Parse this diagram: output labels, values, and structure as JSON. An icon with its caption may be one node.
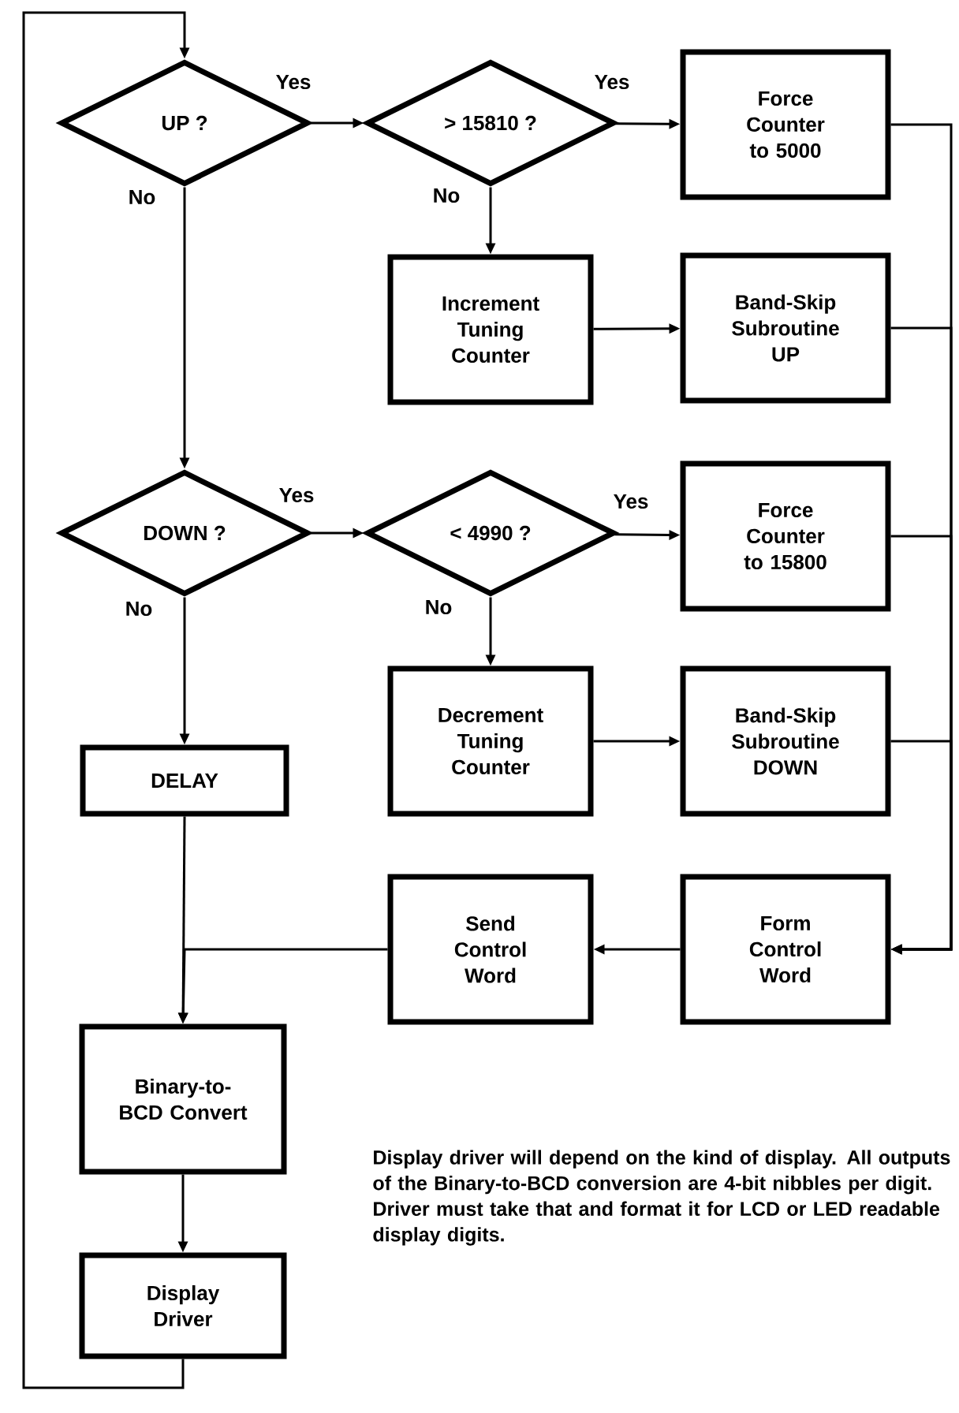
{
  "diagram": {
    "nodes": [
      {
        "text": [
          "UP ?"
        ]
      },
      {
        "text": [
          "> 15810 ?"
        ]
      },
      {
        "text": [
          "Force Counter to 5000"
        ]
      },
      {
        "text": [
          "Increment Tuning Counter"
        ]
      },
      {
        "text": [
          "Band-Skip Subroutine UP"
        ]
      },
      {
        "text": [
          "DOWN ?"
        ]
      },
      {
        "text": [
          "< 4990 ?"
        ]
      },
      {
        "text": [
          "Force Counter to 15800"
        ]
      },
      {
        "text": [
          "Decrement Tuning Counter"
        ]
      },
      {
        "text": [
          "Band-Skip Subroutine DOWN"
        ]
      },
      {
        "text": [
          "DELAY"
        ]
      },
      {
        "text": [
          "Send Control Word"
        ]
      },
      {
        "text": [
          "Form Control Word"
        ]
      },
      {
        "text": [
          "Binary-to-BCD Convert"
        ]
      },
      {
        "text": [
          "Display Driver"
        ]
      }
    ],
    "edges": [
      {
        "from": 0,
        "to": 1,
        "arrow": "to",
        "label": "Yes"
      },
      {
        "from": 1,
        "to": 2,
        "arrow": "to",
        "label": "Yes"
      },
      {
        "from": 1,
        "to": 3,
        "arrow": "to",
        "label": "No"
      },
      {
        "from": 3,
        "to": 4,
        "arrow": "to"
      },
      {
        "from": 0,
        "to": 5,
        "arrow": "to",
        "label": "No"
      },
      {
        "from": 5,
        "to": 6,
        "arrow": "to",
        "label": "Yes"
      },
      {
        "from": 6,
        "to": 7,
        "arrow": "to",
        "label": "Yes"
      },
      {
        "from": 6,
        "to": 8,
        "arrow": "to",
        "label": "No"
      },
      {
        "from": 8,
        "to": 9,
        "arrow": "to"
      },
      {
        "from": 5,
        "to": 10,
        "arrow": "to",
        "label": "No"
      },
      {
        "from": 2,
        "to": 12,
        "arrow": "to"
      },
      {
        "from": 4,
        "to": 12,
        "arrow": "to"
      },
      {
        "from": 7,
        "to": 12,
        "arrow": "to"
      },
      {
        "from": 9,
        "to": 12,
        "arrow": "to"
      },
      {
        "from": 12,
        "to": 11,
        "arrow": "to"
      },
      {
        "from": 11,
        "to": 13,
        "arrow": "to"
      },
      {
        "from": 10,
        "to": 13,
        "arrow": "to"
      },
      {
        "from": 13,
        "to": 14,
        "arrow": "to"
      },
      {
        "from": 14,
        "to": 0,
        "arrow": "to"
      }
    ],
    "labels": [
      "Display driver will depend on the kind of display.  All outputs of the Binary-to-BCD conversion are 4-bit nibbles per digit.  Driver must take that and format it for LCD or LED readable display digits."
    ]
  }
}
